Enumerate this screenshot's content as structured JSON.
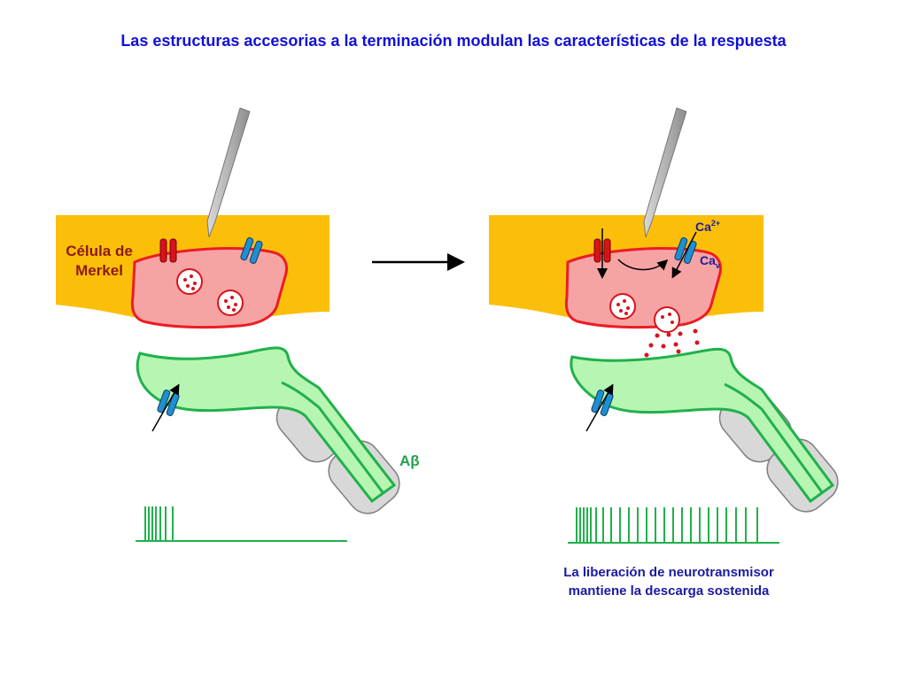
{
  "title": "Las estructuras accesorias a la terminación modulan las características de la respuesta",
  "labels": {
    "merkel_line1": "Célula de",
    "merkel_line2": "Merkel",
    "fiber": "Aβ",
    "ca_ion": "Ca",
    "ca_ion_sup": "2+",
    "ca_channel": "Ca",
    "ca_channel_sub": "v"
  },
  "caption": {
    "line1": "La liberación de neurotransmisor",
    "line2": "mantiene la descarga sostenida"
  },
  "colors": {
    "title": "#1010d8",
    "caption": "#1a1aa0",
    "skin": "#fbbf0a",
    "merkel_fill": "#f6a3a3",
    "merkel_border": "#ec1c24",
    "nerve_fill": "#b7f5b3",
    "nerve_border": "#21b14b",
    "red_channel": "#d8121b",
    "blue_channel": "#1f8fd0",
    "label_dark_red": "#8b1a10",
    "fiber_label": "#21a14b"
  },
  "icons": [
    "probe-needle",
    "mechanosensitive-channel",
    "calcium-channel",
    "vesicle",
    "myelin-sheath",
    "arrow-right"
  ]
}
